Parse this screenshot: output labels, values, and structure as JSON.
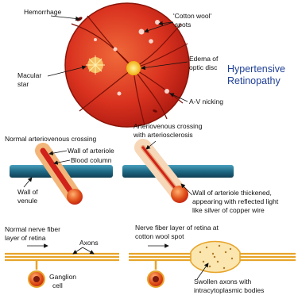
{
  "title": {
    "line1": "Hypertensive",
    "line2": "Retinopathy"
  },
  "fundus_labels": {
    "hemorrhage": "Hemorrhage",
    "cotton_wool_1": "'Cotton wool'",
    "cotton_wool_2": "spots",
    "macular_1": "Macular",
    "macular_2": "star",
    "edema_1": "Edema of",
    "edema_2": "optic disc",
    "av_nicking": "A-V nicking"
  },
  "crossing_labels": {
    "normal_title": "Normal arteriovenous crossing",
    "wall_arteriole": "Wall of arteriole",
    "blood_column": "Blood column",
    "wall_venule_1": "Wall of",
    "wall_venule_2": "venule",
    "sclerosis_title_1": "Arteriovenous crossing",
    "sclerosis_title_2": "with arteriosclerosis",
    "thickened_1": "Wall of arteriole thickened,",
    "thickened_2": "appearing with reflected light",
    "thickened_3": "like silver of copper wire"
  },
  "nerve_labels": {
    "normal_title_1": "Normal nerve fiber",
    "normal_title_2": "layer of retina",
    "axons": "Axons",
    "ganglion_1": "Ganglion",
    "ganglion_2": "cell",
    "cws_title_1": "Nerve fiber layer of retina at",
    "cws_title_2": "cotton wool spot",
    "swollen_1": "Swollen axons with",
    "swollen_2": "intracytoplasmic bodies"
  },
  "colors": {
    "title": "#1e3f96",
    "fundus": "#d9321f",
    "disc": "#f4c020",
    "venule": "#1f6a85",
    "arteriole": "#e7903e",
    "blood": "#d0221a",
    "axon": "#e7a42a"
  }
}
